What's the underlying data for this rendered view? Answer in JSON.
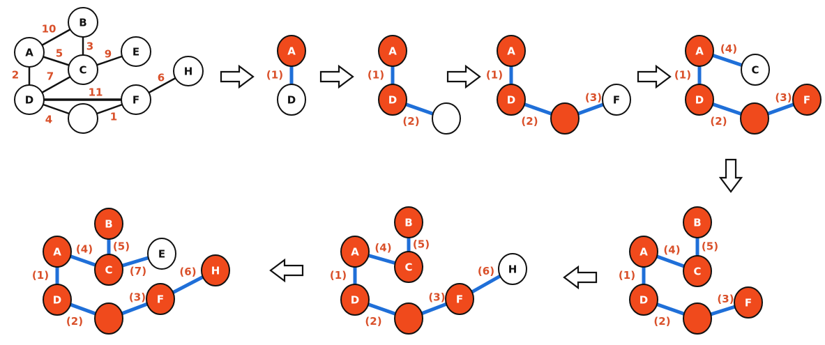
{
  "colors": {
    "selected_node_fill": "#f04a1c",
    "unselected_node_fill": "#ffffff",
    "node_border": "#111111",
    "tree_edge": "#1f6fd8",
    "graph_edge": "#111111",
    "weight_text": "#d9502a"
  },
  "original_graph": {
    "nodes": [
      {
        "id": "A",
        "label": "A"
      },
      {
        "id": "B",
        "label": "B"
      },
      {
        "id": "C",
        "label": "C"
      },
      {
        "id": "D",
        "label": "D"
      },
      {
        "id": "E",
        "label": "E"
      },
      {
        "id": "F",
        "label": "F"
      },
      {
        "id": "H",
        "label": "H"
      },
      {
        "id": "G",
        "label": ""
      }
    ],
    "edges": [
      {
        "from": "A",
        "to": "B",
        "weight": "10"
      },
      {
        "from": "A",
        "to": "C",
        "weight": "5"
      },
      {
        "from": "B",
        "to": "C",
        "weight": "3"
      },
      {
        "from": "C",
        "to": "E",
        "weight": "9"
      },
      {
        "from": "A",
        "to": "D",
        "weight": "2"
      },
      {
        "from": "D",
        "to": "C",
        "weight": "7"
      },
      {
        "from": "D",
        "to": "F",
        "weight": "11"
      },
      {
        "from": "D",
        "to": "G",
        "weight": "4"
      },
      {
        "from": "G",
        "to": "F",
        "weight": "1"
      },
      {
        "from": "F",
        "to": "H",
        "weight": "6"
      }
    ]
  },
  "steps": [
    {
      "nodes": [
        {
          "id": "A",
          "label": "A",
          "selected": true
        },
        {
          "id": "D",
          "label": "D",
          "selected": false
        }
      ],
      "edges": [
        {
          "from": "A",
          "to": "D",
          "order": "(1)"
        }
      ]
    },
    {
      "nodes": [
        {
          "id": "A",
          "label": "A",
          "selected": true
        },
        {
          "id": "D",
          "label": "D",
          "selected": true
        },
        {
          "id": "G",
          "label": "",
          "selected": false
        }
      ],
      "edges": [
        {
          "from": "A",
          "to": "D",
          "order": "(1)"
        },
        {
          "from": "D",
          "to": "G",
          "order": "(2)"
        }
      ]
    },
    {
      "nodes": [
        {
          "id": "A",
          "label": "A",
          "selected": true
        },
        {
          "id": "D",
          "label": "D",
          "selected": true
        },
        {
          "id": "G",
          "label": "",
          "selected": true
        },
        {
          "id": "F",
          "label": "F",
          "selected": false
        }
      ],
      "edges": [
        {
          "from": "A",
          "to": "D",
          "order": "(1)"
        },
        {
          "from": "D",
          "to": "G",
          "order": "(2)"
        },
        {
          "from": "G",
          "to": "F",
          "order": "(3)"
        }
      ]
    },
    {
      "nodes": [
        {
          "id": "A",
          "label": "A",
          "selected": true
        },
        {
          "id": "C",
          "label": "C",
          "selected": false
        },
        {
          "id": "D",
          "label": "D",
          "selected": true
        },
        {
          "id": "G",
          "label": "",
          "selected": true
        },
        {
          "id": "F",
          "label": "F",
          "selected": true
        }
      ],
      "edges": [
        {
          "from": "A",
          "to": "C",
          "order": "(4)"
        },
        {
          "from": "A",
          "to": "D",
          "order": "(1)"
        },
        {
          "from": "D",
          "to": "G",
          "order": "(2)"
        },
        {
          "from": "G",
          "to": "F",
          "order": "(3)"
        }
      ]
    },
    {
      "nodes": [
        {
          "id": "B",
          "label": "B",
          "selected": true
        },
        {
          "id": "A",
          "label": "A",
          "selected": true
        },
        {
          "id": "C",
          "label": "C",
          "selected": true
        },
        {
          "id": "D",
          "label": "D",
          "selected": true
        },
        {
          "id": "G",
          "label": "",
          "selected": true
        },
        {
          "id": "F",
          "label": "F",
          "selected": true
        }
      ],
      "edges": [
        {
          "from": "B",
          "to": "C",
          "order": "(5)"
        },
        {
          "from": "A",
          "to": "C",
          "order": "(4)"
        },
        {
          "from": "A",
          "to": "D",
          "order": "(1)"
        },
        {
          "from": "D",
          "to": "G",
          "order": "(2)"
        },
        {
          "from": "G",
          "to": "F",
          "order": "(3)"
        }
      ]
    },
    {
      "nodes": [
        {
          "id": "B",
          "label": "B",
          "selected": true
        },
        {
          "id": "A",
          "label": "A",
          "selected": true
        },
        {
          "id": "C",
          "label": "C",
          "selected": true
        },
        {
          "id": "D",
          "label": "D",
          "selected": true
        },
        {
          "id": "G",
          "label": "",
          "selected": true
        },
        {
          "id": "F",
          "label": "F",
          "selected": true
        },
        {
          "id": "H",
          "label": "H",
          "selected": false
        }
      ],
      "edges": [
        {
          "from": "B",
          "to": "C",
          "order": "(5)"
        },
        {
          "from": "A",
          "to": "C",
          "order": "(4)"
        },
        {
          "from": "A",
          "to": "D",
          "order": "(1)"
        },
        {
          "from": "D",
          "to": "G",
          "order": "(2)"
        },
        {
          "from": "G",
          "to": "F",
          "order": "(3)"
        },
        {
          "from": "F",
          "to": "H",
          "order": "(6)"
        }
      ]
    },
    {
      "nodes": [
        {
          "id": "B",
          "label": "B",
          "selected": true
        },
        {
          "id": "A",
          "label": "A",
          "selected": true
        },
        {
          "id": "C",
          "label": "C",
          "selected": true
        },
        {
          "id": "E",
          "label": "E",
          "selected": false
        },
        {
          "id": "D",
          "label": "D",
          "selected": true
        },
        {
          "id": "G",
          "label": "",
          "selected": true
        },
        {
          "id": "F",
          "label": "F",
          "selected": true
        },
        {
          "id": "H",
          "label": "H",
          "selected": true
        }
      ],
      "edges": [
        {
          "from": "B",
          "to": "C",
          "order": "(5)"
        },
        {
          "from": "A",
          "to": "C",
          "order": "(4)"
        },
        {
          "from": "C",
          "to": "E",
          "order": "(7)"
        },
        {
          "from": "A",
          "to": "D",
          "order": "(1)"
        },
        {
          "from": "D",
          "to": "G",
          "order": "(2)"
        },
        {
          "from": "G",
          "to": "F",
          "order": "(3)"
        },
        {
          "from": "F",
          "to": "H",
          "order": "(6)"
        }
      ]
    }
  ],
  "arrows": [
    {
      "direction": "right"
    },
    {
      "direction": "right"
    },
    {
      "direction": "right"
    },
    {
      "direction": "right"
    },
    {
      "direction": "down"
    },
    {
      "direction": "left"
    },
    {
      "direction": "left"
    }
  ]
}
